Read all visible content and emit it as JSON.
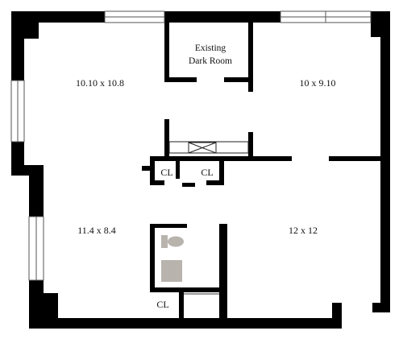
{
  "rooms": [
    {
      "id": "room-top-left",
      "label": "10.10 x 10.8"
    },
    {
      "id": "room-top-right",
      "label": "10 x 9.10"
    },
    {
      "id": "room-bottom-left",
      "label": "11.4 x 8.4"
    },
    {
      "id": "room-bottom-right",
      "label": "12 x 12"
    }
  ],
  "dark_room": {
    "line1": "Existing",
    "line2": "Dark Room"
  },
  "closets": {
    "left": "CL",
    "right": "CL",
    "bath": "CL"
  },
  "colors": {
    "wall": "#000000",
    "fixture": "#b8b3ad",
    "window_line": "#555555",
    "background": "#ffffff"
  }
}
